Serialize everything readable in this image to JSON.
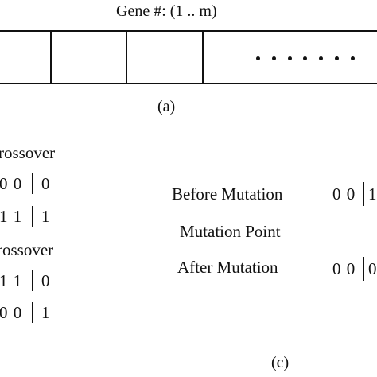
{
  "panel_a": {
    "gene_header": "Gene #: (1 .. m)",
    "caption": "(a)"
  },
  "panel_b": {
    "before_crossover_label": "rossover",
    "before_rows": [
      "0 0",
      "0",
      "1 1",
      "1"
    ],
    "after_crossover_label": "rossover",
    "after_rows": [
      "1 1",
      "0",
      "0 0",
      "1"
    ]
  },
  "panel_c": {
    "before_mutation_label": "Before Mutation",
    "before_mutation_bits": "0 0",
    "before_mutation_tail": "1",
    "mutation_point_label": "Mutation Point",
    "after_mutation_label": "After Mutation",
    "after_mutation_bits": "0 0",
    "after_mutation_tail": "0",
    "caption": "(c)"
  }
}
